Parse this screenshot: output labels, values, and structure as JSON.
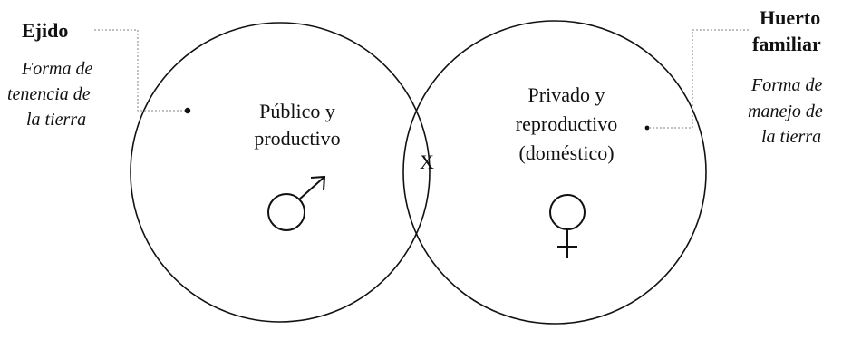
{
  "left_note": {
    "title": "Ejido",
    "lines": [
      "Forma de",
      "tenencia de",
      "la tierra"
    ]
  },
  "right_note": {
    "title_lines": [
      "Huerto",
      "familiar"
    ],
    "lines": [
      "Forma de",
      "manejo de",
      "la tierra"
    ]
  },
  "left_circle": {
    "lines": [
      "Público y",
      "productivo"
    ],
    "symbol": "male-symbol-icon"
  },
  "right_circle": {
    "lines": [
      "Privado y",
      "reproductivo",
      "(doméstico)"
    ],
    "symbol": "female-symbol-icon"
  },
  "intersection": {
    "mark": "X"
  },
  "colors": {
    "stroke": "#111111",
    "leader": "#9a9a9a",
    "background": "#ffffff"
  }
}
